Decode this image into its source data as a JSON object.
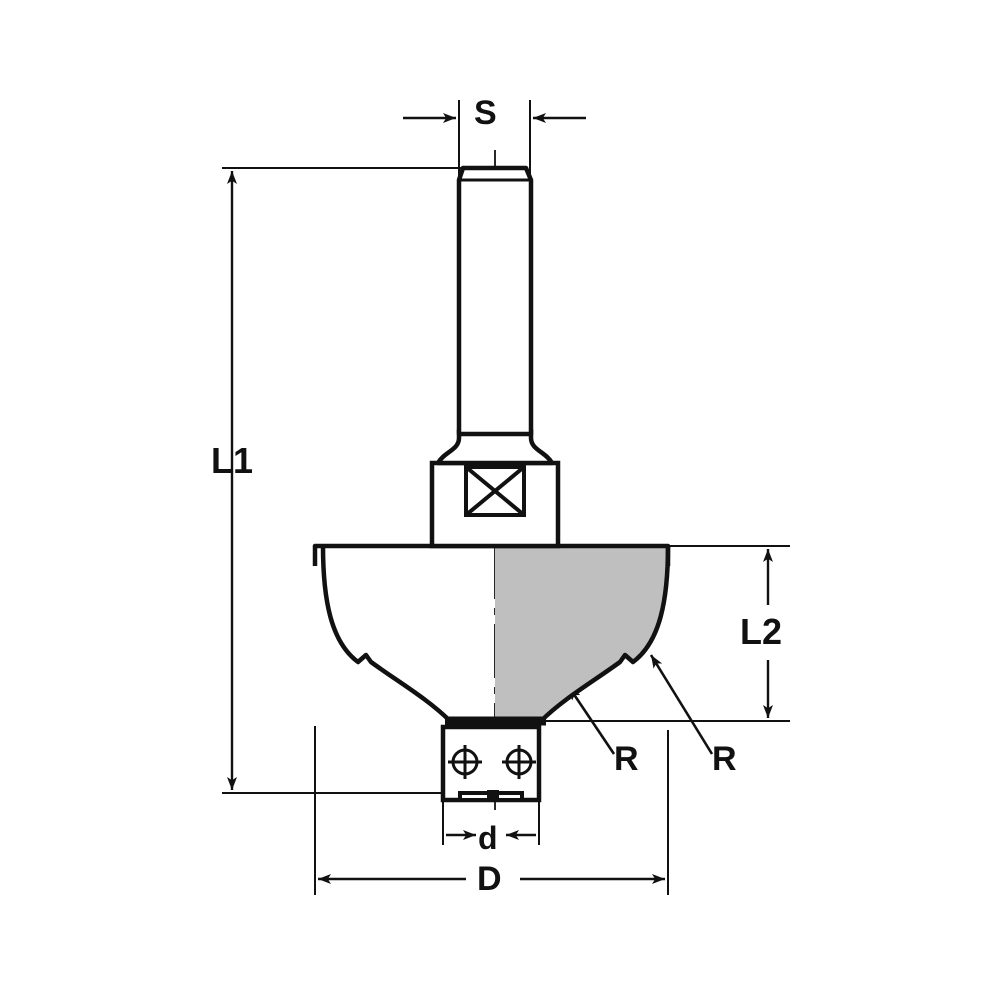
{
  "drawing": {
    "title": "Ogee router bit dimensional drawing",
    "type": "technical-line-drawing",
    "background_color": "#FFFFFF",
    "line_color": "#111111",
    "profile_fill_color": "#BFBFBF"
  },
  "dimensions": {
    "shank_diameter": {
      "code": "S",
      "role": "shank-diameter"
    },
    "overall_length": {
      "code": "L1",
      "role": "overall-length"
    },
    "cutting_length": {
      "code": "L2",
      "role": "cutting-edge-length"
    },
    "radius_lower": {
      "code": "R",
      "role": "lower-profile-radius"
    },
    "radius_upper": {
      "code": "R",
      "role": "upper-profile-radius"
    },
    "bearing_diameter": {
      "code": "d",
      "role": "bearing-diameter"
    },
    "cutting_diameter": {
      "code": "D",
      "role": "cutting-diameter"
    }
  },
  "components": {
    "shank": "shank",
    "neck": "neck-transition",
    "collar": "collar-with-cross-mark",
    "body": "cutter-body-ogee-profile",
    "bearing": "ball-bearing-guide",
    "centerline": "axis-centerline"
  }
}
